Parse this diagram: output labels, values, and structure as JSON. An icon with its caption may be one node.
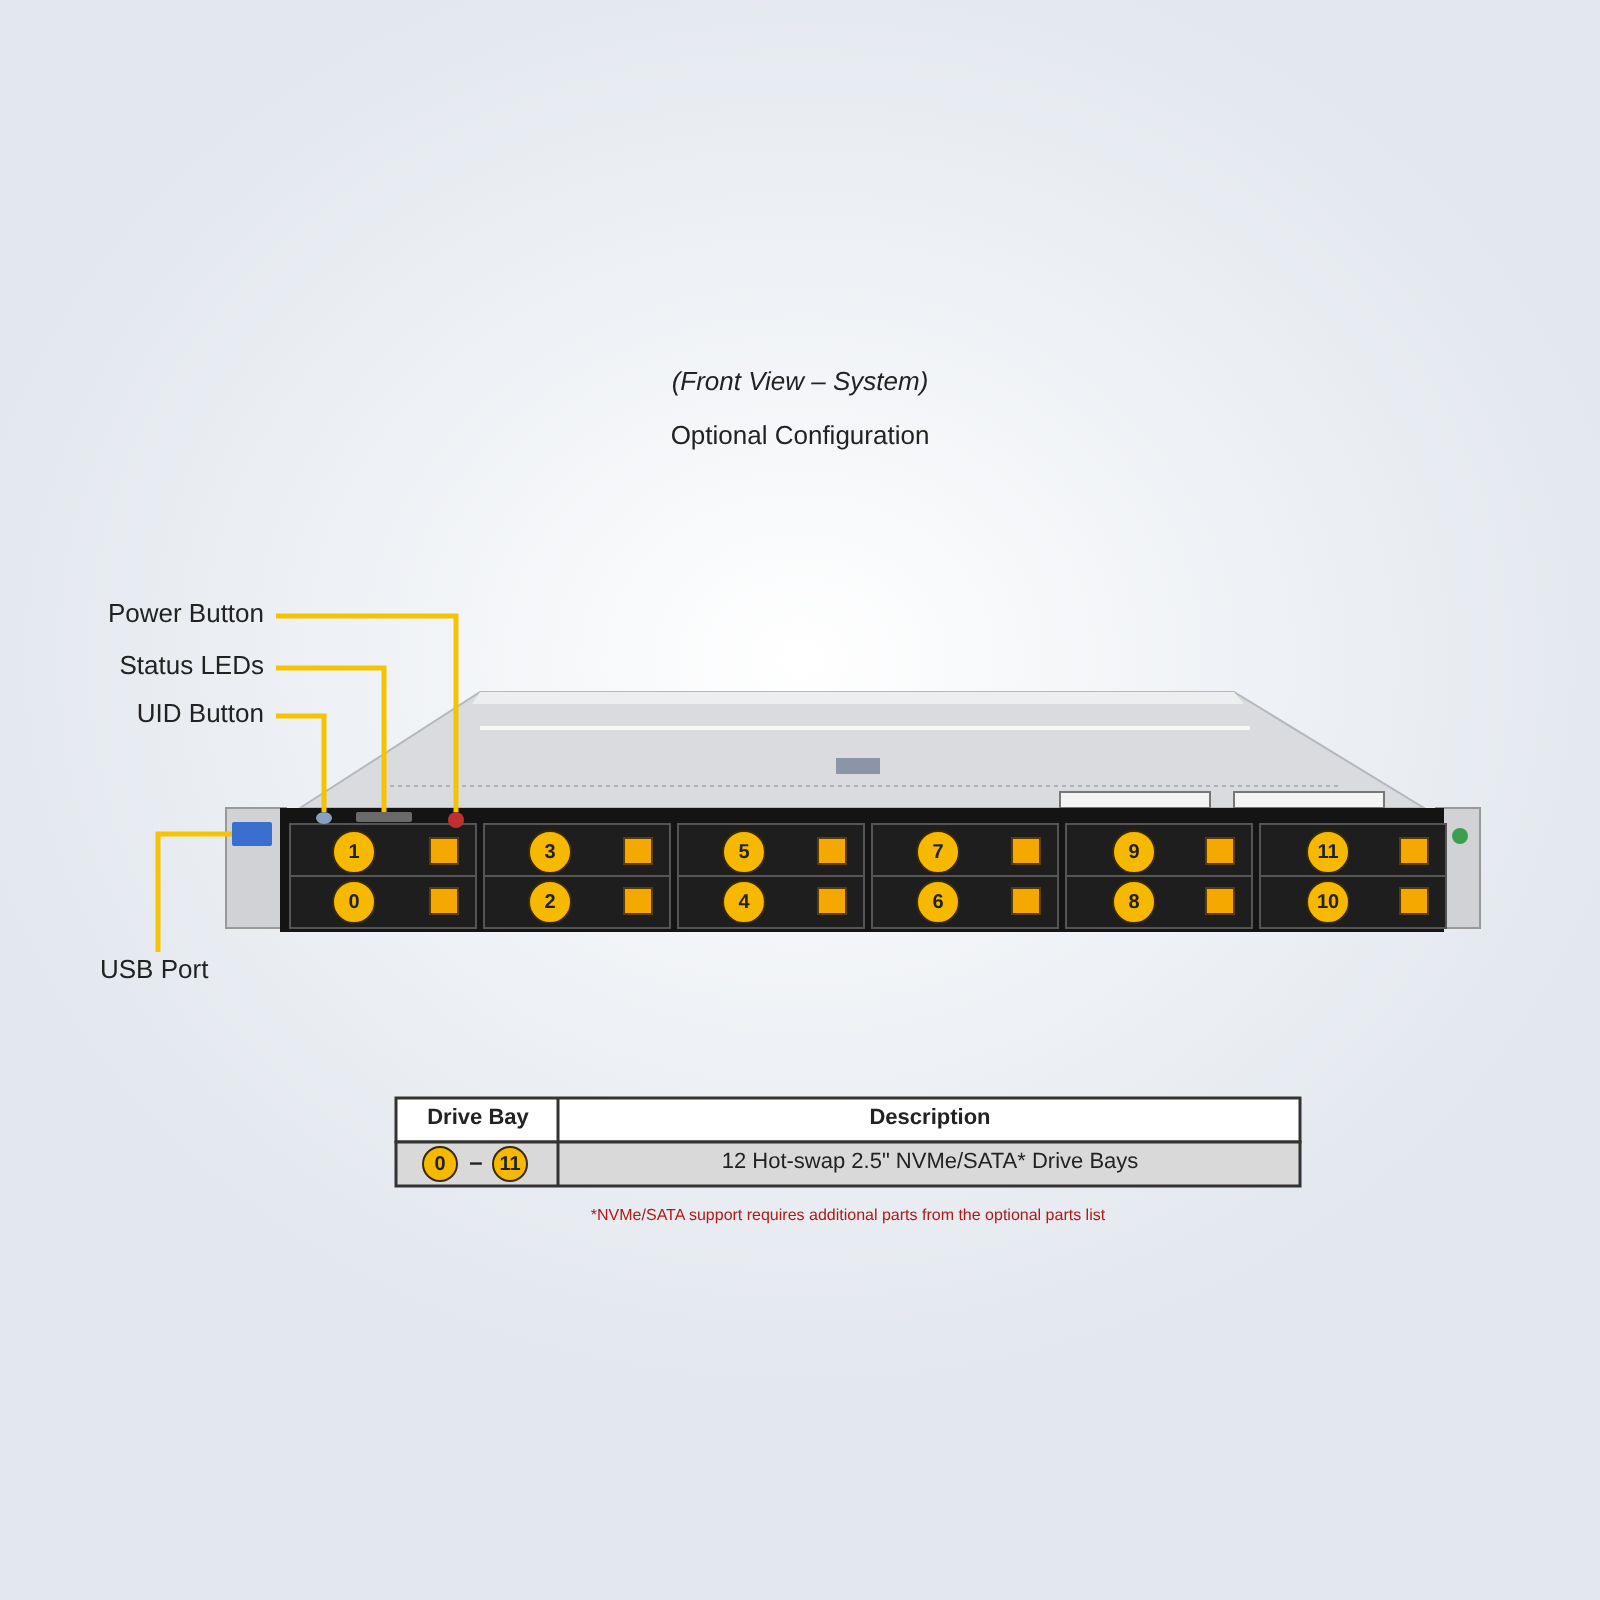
{
  "diagram": {
    "nodes": [
      {
        "text": [
          "Power Button"
        ]
      },
      {
        "text": [
          "Status LEDs"
        ]
      },
      {
        "text": [
          "UID Button"
        ]
      },
      {
        "text": [
          "USB Port"
        ]
      },
      {
        "text": [],
        "shape": "box"
      },
      {
        "text": [],
        "shape": "circle"
      },
      {
        "text": [],
        "shape": "box"
      },
      {
        "text": [],
        "shape": "circle"
      },
      {
        "text": [
          "1"
        ]
      },
      {
        "text": [
          "3"
        ]
      },
      {
        "text": [
          "5"
        ]
      },
      {
        "text": [
          "7"
        ]
      },
      {
        "text": [
          "9"
        ]
      },
      {
        "text": [
          "11"
        ]
      },
      {
        "text": [
          "0"
        ]
      },
      {
        "text": [
          "2"
        ]
      },
      {
        "text": [
          "4"
        ]
      },
      {
        "text": [
          "6"
        ]
      },
      {
        "text": [
          "8"
        ]
      },
      {
        "text": [
          "10"
        ]
      },
      {
        "text": [
          "0"
        ]
      },
      {
        "text": [
          "11"
        ]
      }
    ],
    "edges": [
      {
        "from": 0,
        "to": 7,
        "arrow": "none"
      },
      {
        "from": 1,
        "to": 6,
        "arrow": "none"
      },
      {
        "from": 2,
        "to": 5,
        "arrow": "none"
      },
      {
        "from": 3,
        "to": 4,
        "arrow": "none"
      }
    ],
    "labels": [
      "(Front View – System)",
      "Optional Configuration",
      "Drive Bay",
      "Description",
      "–",
      "12 Hot-swap 2.5\" NVMe/SATA* Drive Bays",
      "*NVMe/SATA support requires additional parts from the optional parts list"
    ]
  }
}
